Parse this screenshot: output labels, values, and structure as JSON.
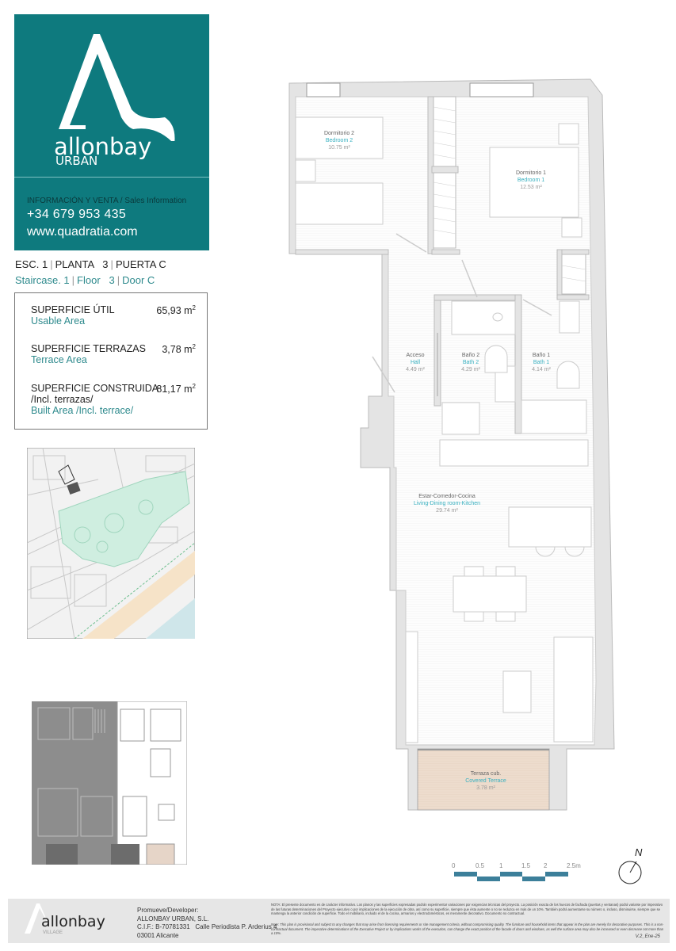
{
  "brand": {
    "logo_word": "allonbay",
    "logo_sub": "URBAN",
    "info_heading": "INFORMACIÓN Y VENTA",
    "info_heading_en": "Sales Information",
    "phone": "+34 679 953 435",
    "website": "www.quadratia.com",
    "color": "#0e7a7e"
  },
  "unit": {
    "es": {
      "staircase": "ESC. 1",
      "floor": "PLANTA   3",
      "door": "PUERTA C"
    },
    "en": {
      "staircase": "Staircase. 1",
      "floor": "Floor   3",
      "door": "Door C"
    }
  },
  "areas": [
    {
      "label": "SUPERFICIE ÚTIL",
      "label_en": "Usable Area",
      "value": "65,93 m",
      "unit_sup": "2"
    },
    {
      "label": "SUPERFICIE TERRAZAS",
      "label_en": "Terrace Area",
      "value": "3,78 m",
      "unit_sup": "2"
    },
    {
      "label": "SUPERFICIE CONSTRUIDA",
      "label2": "/Incl. terrazas/",
      "label_en": "Built Area /Incl. terrace/",
      "value": "81,17 m",
      "unit_sup": "2"
    }
  ],
  "rooms": [
    {
      "es": "Dormitorio 2",
      "en": "Bedroom 2",
      "area": "10.75 m²"
    },
    {
      "es": "Dormitorio 1",
      "en": "Bedroom 1",
      "area": "12.53 m²"
    },
    {
      "es": "Acceso",
      "en": "Hall",
      "area": "4.49 m²"
    },
    {
      "es": "Baño 2",
      "en": "Bath 2",
      "area": "4.29 m²"
    },
    {
      "es": "Baño 1",
      "en": "Bath 1",
      "area": "4.14 m²"
    },
    {
      "es": "Estar-Comedor-Cocina",
      "en": "Living-Dining room-Kitchen",
      "area": "29.74 m²"
    },
    {
      "es": "Terraza cub.",
      "en": "Covered Terrace",
      "area": "3.78 m²"
    }
  ],
  "scale": {
    "ticks": [
      "0",
      "0.5",
      "1",
      "1.5",
      "2",
      "2.5m"
    ],
    "color": "#3c7f9a"
  },
  "north": "N",
  "footer": {
    "logo_word": "allonbay",
    "logo_sub": "VILLAGE",
    "developer_label": "Promueve/Developer:",
    "developer_name": "ALLONBAY URBAN, S.L.",
    "cif": "C.I.F.: B-70781331",
    "address": "Calle Periodista P. Arderius 4",
    "city": "03001 Alicante",
    "note_es": "NOTA: El presente documento es de carácter informativo. Los planos y las superficies expresadas podrán experimentar variaciones por exigencias técnicas del proyecto. La posición exacta de los huecos de fachada (puertas y ventanas) podrá variarse por imperativo de las futuras determinaciones del Proyecto ejecutivo o por implicaciones de la ejecución de obra, así como su superficie, siempre que ésta aumente o no se reduzca en más de un 10%. También podrá aumentarse su número o, incluso, disminuirse, siempre que se mantenga la anterior condición de superficie. Todo el mobiliario, incluido el de la cocina, armarios y electrodomésticos, es meramente decorativo. Documento no contractual.",
    "note_en": "Note: This plan is provisional and subject to any changes that may arise from licensing requirements or site management criteria, without compromising quality. The furniture and household items that appear in the plan are merely for decorative purposes. This is a non-contractual document. The imperative determinations of the Executive Project or by implications works of the execution, can change the exact position of the facade of doors and windows, as well the surface area may also be increased or even decrease not more than a 10%.",
    "version": "V.2_Ene-25"
  }
}
